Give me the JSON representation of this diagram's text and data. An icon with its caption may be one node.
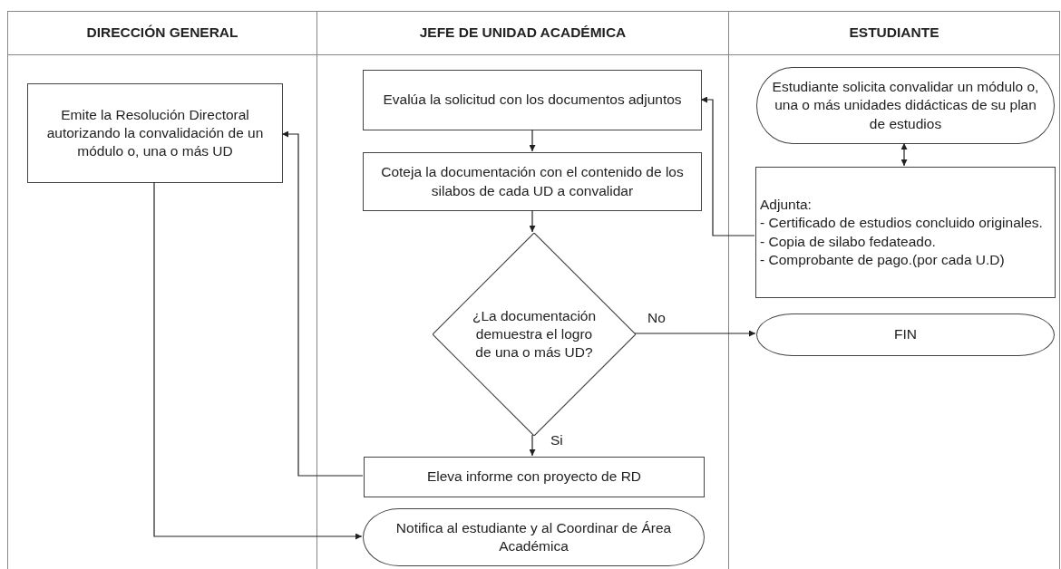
{
  "diagram": {
    "nodes": [
      {
        "text": [
          "DIRECCIÓN GENERAL"
        ]
      },
      {
        "text": [
          "JEFE DE UNIDAD ACADÉMICA"
        ]
      },
      {
        "text": [
          "ESTUDIANTE"
        ]
      },
      {
        "text": [
          "Emite la Resolución Directoral autorizando la convalidación de un módulo o, una o más UD"
        ],
        "in": 0
      },
      {
        "text": [
          "Evalúa la solicitud con los documentos adjuntos"
        ],
        "in": 1
      },
      {
        "text": [
          "Coteja la documentación con el contenido de los silabos de cada UD a convalidar"
        ],
        "in": 1
      },
      {
        "text": [
          "¿La documentación demuestra el logro de una o más UD?"
        ],
        "in": 1
      },
      {
        "text": [
          "Eleva informe con proyecto de RD"
        ],
        "in": 1
      },
      {
        "text": [
          "Notifica al estudiante y al Coordinar de Área Académica"
        ],
        "in": 1
      },
      {
        "text": [
          "Estudiante solicita convalidar un módulo o, una o más unidades didácticas de su plan de estudios"
        ],
        "in": 2
      },
      {
        "text": [
          "Adjunta:",
          "- Certificado de estudios concluido originales.",
          "- Copia de silabo fedateado.",
          "- Comprobante de pago.(por cada U.D)"
        ],
        "in": 2
      },
      {
        "text": [
          "FIN"
        ],
        "in": 2
      }
    ],
    "edges": [
      {
        "from": 9,
        "to": 10,
        "arrow": "both"
      },
      {
        "from": 10,
        "to": 4,
        "arrow": "to"
      },
      {
        "from": 4,
        "to": 5,
        "arrow": "to"
      },
      {
        "from": 5,
        "to": 6,
        "arrow": "to"
      },
      {
        "from": 6,
        "to": 7,
        "arrow": "to",
        "label": "Si"
      },
      {
        "from": 6,
        "to": 11,
        "arrow": "to",
        "label": "No"
      },
      {
        "from": 7,
        "to": 3,
        "arrow": "to"
      },
      {
        "from": 3,
        "to": 8,
        "arrow": "to"
      }
    ]
  }
}
